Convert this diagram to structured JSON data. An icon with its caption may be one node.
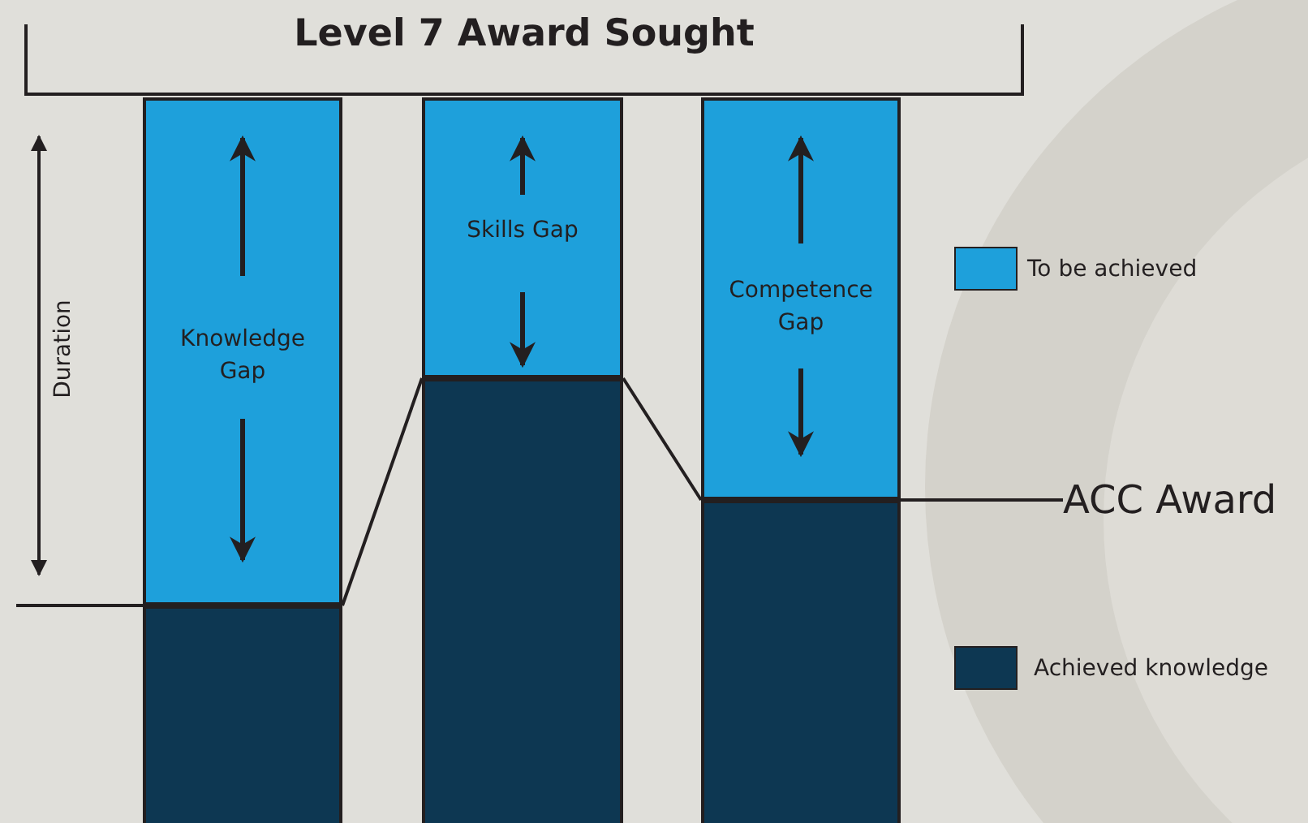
{
  "diagram": {
    "title": "Level 7 Award Sought",
    "nodes": [
      {
        "text": [
          "Knowledge Gap"
        ]
      },
      {
        "text": [
          "Skills Gap"
        ]
      },
      {
        "text": [
          "Competence Gap"
        ]
      },
      {
        "text": [],
        "shape": "bar"
      },
      {
        "text": [],
        "shape": "bar"
      },
      {
        "text": [],
        "shape": "bar"
      },
      {
        "text": [
          "ACC Award"
        ]
      }
    ],
    "edges": [
      {
        "from": 3,
        "to": 4,
        "arrow": "none"
      },
      {
        "from": 4,
        "to": 5,
        "arrow": "none"
      },
      {
        "from": 6,
        "to": 5,
        "arrow": "none"
      }
    ],
    "labels": [
      "Duration"
    ],
    "legend": [
      {
        "text": "To be achieved",
        "color": "#1ea0db"
      },
      {
        "text": "Achieved knowledge",
        "color": "#0d3752"
      }
    ]
  }
}
